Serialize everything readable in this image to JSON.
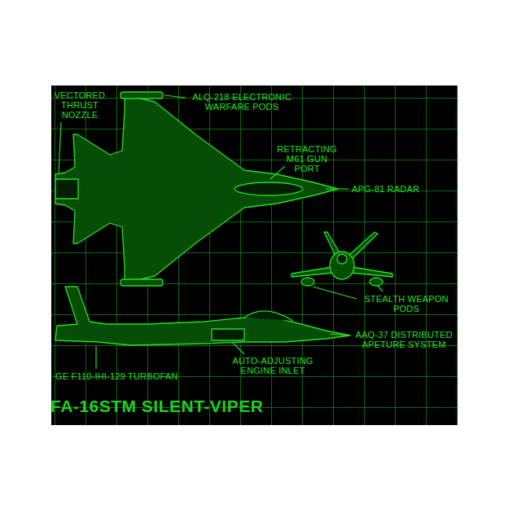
{
  "diagram": {
    "title": "FA-16STM SILENT-VIPER",
    "labels": [
      "VECTORED THRUST NOZZLE",
      "ALQ-218 ELECTRONIC WARFARE PODS",
      "RETRACTING M61 GUN PORT",
      "APG-81 RADAR",
      "STEALTH WEAPON PODS",
      "AAQ-37 DISTRIBUTED APETURE SYSTEM",
      "GE F110-IHI-129 TURBOFAN",
      "AUTO-ADJUSTING ENGINE INLET"
    ]
  }
}
